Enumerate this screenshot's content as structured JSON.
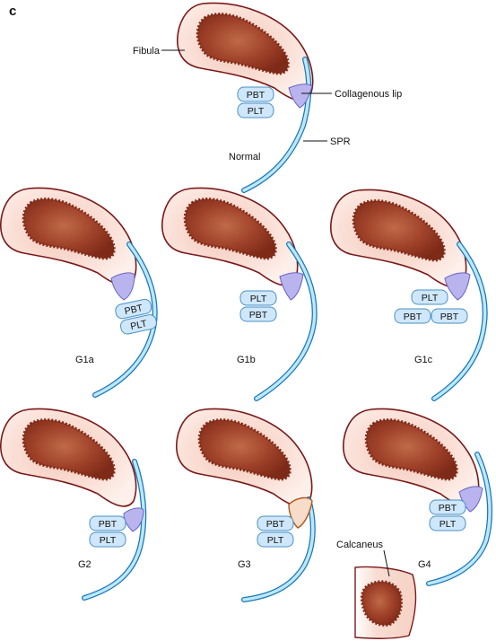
{
  "figure": {
    "panel_letter": "c",
    "labels": {
      "fibula": "Fibula",
      "collagenous_lip": "Collagenous lip",
      "spr": "SPR",
      "calcaneus": "Calcaneus"
    },
    "panels": {
      "normal": "Normal",
      "g1a": "G1a",
      "g1b": "G1b",
      "g1c": "G1c",
      "g2": "G2",
      "g3": "G3",
      "g4": "G4"
    },
    "tendons": {
      "pbt": "PBT",
      "plt": "PLT"
    },
    "colors": {
      "bone_outline": "#7a1a1a",
      "bone_fill_outer": "#fbe6df",
      "marrow": "#9b3b22",
      "retinaculum": "#7fd0f0",
      "tendon": "#cfe7fb",
      "lip": "#b9b4ee"
    }
  }
}
